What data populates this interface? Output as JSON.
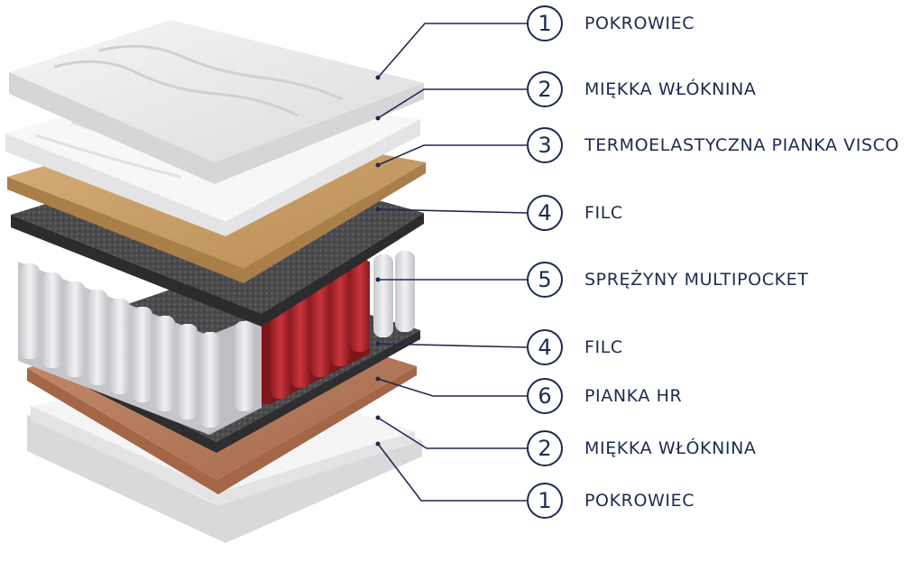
{
  "colors": {
    "label": "#1e2a4e",
    "cover": "#ececec",
    "fiber": "#f4f4f4",
    "visco": "#c9a06c",
    "felt": "#4a4a4a",
    "springs": "#d8d8dc",
    "springs_accent": "#b3262d",
    "hr_foam": "#b87a5c"
  },
  "layers": [
    {
      "number": "1",
      "name": "POKROWIEC"
    },
    {
      "number": "2",
      "name": "MIĘKKA WŁÓKNINA"
    },
    {
      "number": "3",
      "name": "TERMOELASTYCZNA PIANKA VISCO"
    },
    {
      "number": "4",
      "name": "FILC"
    },
    {
      "number": "5",
      "name": "SPRĘŻYNY MULTIPOCKET"
    },
    {
      "number": "4",
      "name": "FILC"
    },
    {
      "number": "6",
      "name": "PIANKA HR"
    },
    {
      "number": "2",
      "name": "MIĘKKA WŁÓKNINA"
    },
    {
      "number": "1",
      "name": "POKROWIEC"
    }
  ]
}
